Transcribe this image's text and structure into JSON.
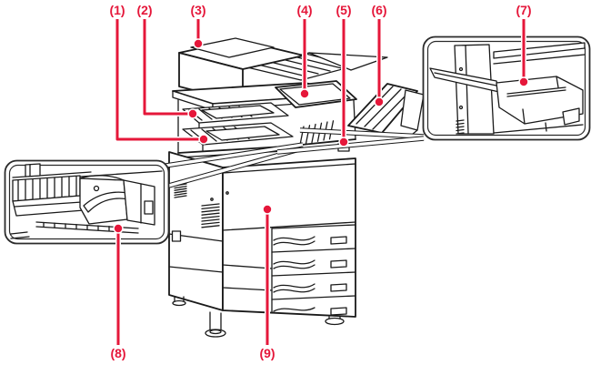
{
  "diagram": {
    "kind": "printer-parts-callout-diagram",
    "background_color": "#ffffff",
    "accent_color": "#e5173a",
    "line_color": "#1a1a1a",
    "frame_color": "#2b2b2b",
    "callouts": [
      {
        "label": "(1)"
      },
      {
        "label": "(2)"
      },
      {
        "label": "(3)"
      },
      {
        "label": "(4)"
      },
      {
        "label": "(5)"
      },
      {
        "label": "(6)"
      },
      {
        "label": "(7)"
      },
      {
        "label": "(8)"
      },
      {
        "label": "(9)"
      }
    ]
  }
}
